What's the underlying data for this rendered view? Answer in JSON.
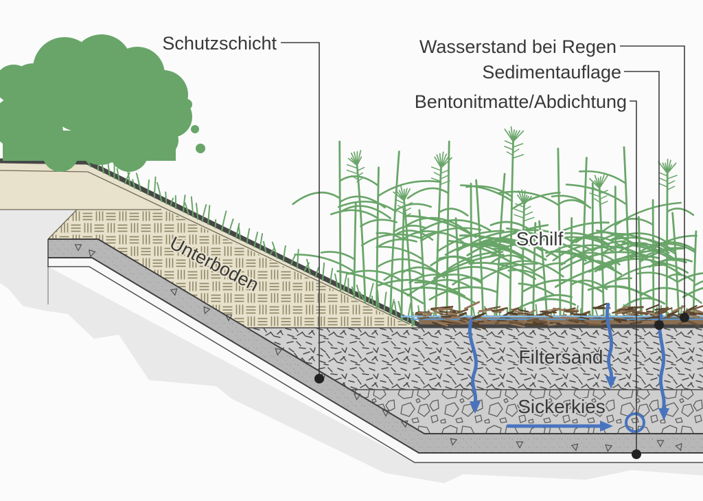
{
  "labels": {
    "schutzschicht": "Schutzschicht",
    "wasserstand": "Wasserstand bei Regen",
    "sedimentauflage": "Sedimentauflage",
    "bentonitmatte": "Bentonitmatte/Abdichtung",
    "unterboden": "Unterboden",
    "schilf": "Schilf",
    "filtersand": "Filtersand",
    "sickerkies": "Sickerkies"
  },
  "colors": {
    "green": "#69a569",
    "beige": "#e8e2cc",
    "hatchline": "#948b6d",
    "darkline": "#474747",
    "thinline": "#55534a",
    "band": "#b7b7b7",
    "bandline": "#3f3f3f",
    "earth": "#e9e9e9",
    "strip": "#f8f8f8",
    "sand": "#d1d1d1",
    "sanddash": "#4a4a4a",
    "kies": "#cecece",
    "kiesline": "#5c5c5c",
    "sediment": "#8a6e52",
    "twigdark": "#53402c",
    "twigmid": "#6d5438",
    "twiglight": "#96785a",
    "waterlight": "#84c0ec",
    "watermid": "#5b9bd5",
    "arrow": "#4874bf",
    "leader": "#3c3c3c",
    "dot": "#222222",
    "label": "#383838"
  }
}
